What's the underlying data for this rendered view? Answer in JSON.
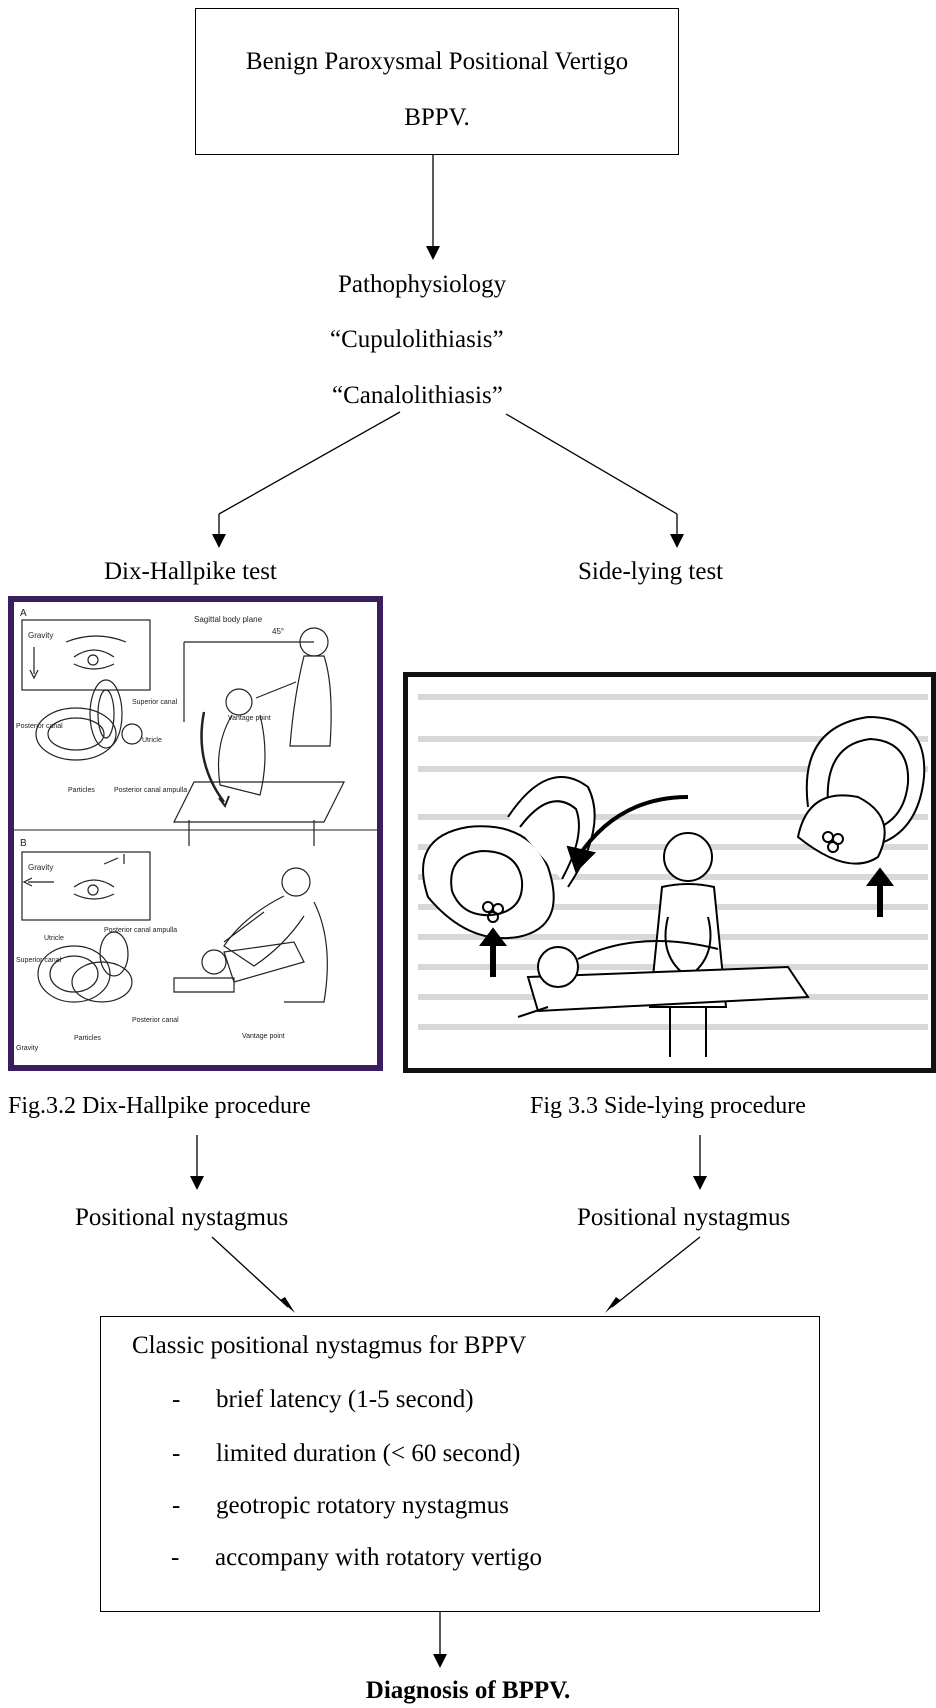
{
  "title_box": {
    "line1": "Benign Paroxysmal Positional Vertigo",
    "line2": "BPPV."
  },
  "patho": {
    "heading": "Pathophysiology",
    "items": [
      "“Cupulolithiasis”",
      "“Canalolithiasis”"
    ]
  },
  "tests": {
    "left": "Dix-Hallpike test",
    "right": "Side-lying test"
  },
  "figures": {
    "left_caption": "Fig.3.2  Dix-Hallpike procedure",
    "right_caption": "Fig 3.3  Side-lying procedure",
    "left_labels": {
      "gravity": "Gravity",
      "superior": "Superior canal",
      "posterior": "Posterior canal",
      "utricle": "Utricle",
      "particles": "Particles",
      "ampulla": "Posterior canal ampulla",
      "sagittal": "Sagittal body plane",
      "angle": "45°",
      "vantage": "Vantage point",
      "panel_a": "A",
      "panel_b": "B"
    }
  },
  "positional": {
    "left": "Positional nystagmus",
    "right": "Positional nystagmus"
  },
  "classic_box": {
    "heading": "Classic positional nystagmus for BPPV",
    "items": [
      "brief latency (1-5 second)",
      "limited duration (< 60 second)",
      "geotropic rotatory nystagmus",
      "accompany with rotatory vertigo"
    ],
    "bullet": "-"
  },
  "diagnosis": "Diagnosis of BPPV.",
  "colors": {
    "frame": "#3a1d5c",
    "line": "#000000"
  }
}
